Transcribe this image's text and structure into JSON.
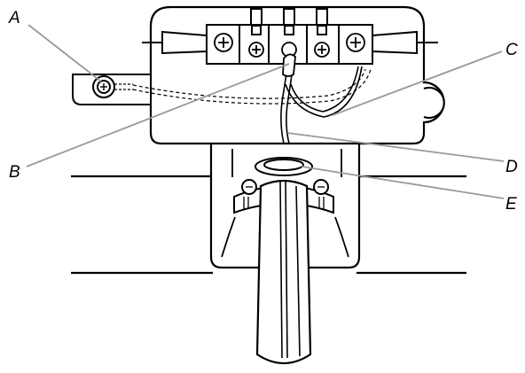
{
  "callouts": {
    "a": {
      "label": "A"
    },
    "b": {
      "label": "B"
    },
    "c": {
      "label": "C"
    },
    "d": {
      "label": "D"
    },
    "e": {
      "label": "E"
    }
  },
  "colors": {
    "ink": "#000000",
    "leader": "#999999",
    "paper": "#ffffff"
  }
}
